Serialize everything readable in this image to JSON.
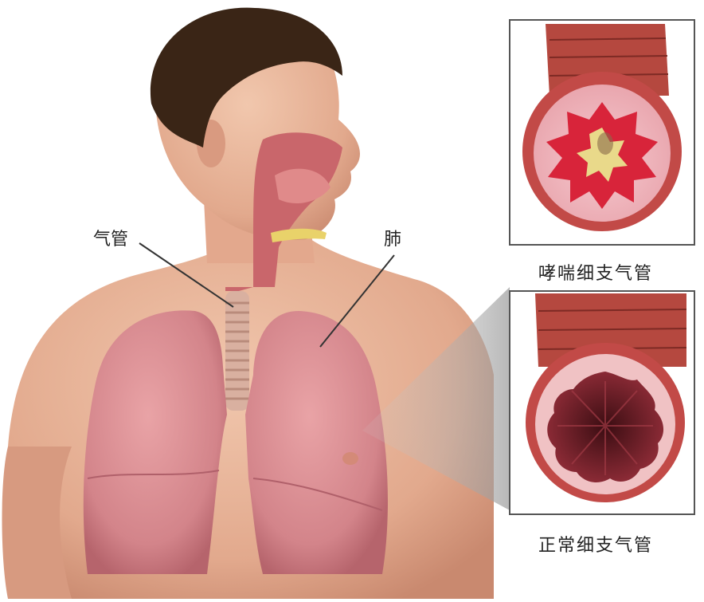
{
  "labels": {
    "trachea": "气管",
    "lung": "肺"
  },
  "panels": {
    "asthma": {
      "caption": "哮喘细支气管"
    },
    "normal": {
      "caption": "正常细支气管"
    }
  },
  "colors": {
    "skin": "#e8b59a",
    "skin_shadow": "#cf8f74",
    "hair": "#3a2516",
    "lung": "#d98a8f",
    "lung_dark": "#b8646c",
    "trachea": "#d9b0a0",
    "muscle": "#b5483f",
    "mucosa_asthma": "#d8243a",
    "mucus": "#e9d98a",
    "lumen_normal": "#5a1a22",
    "panel_border": "#555555"
  }
}
